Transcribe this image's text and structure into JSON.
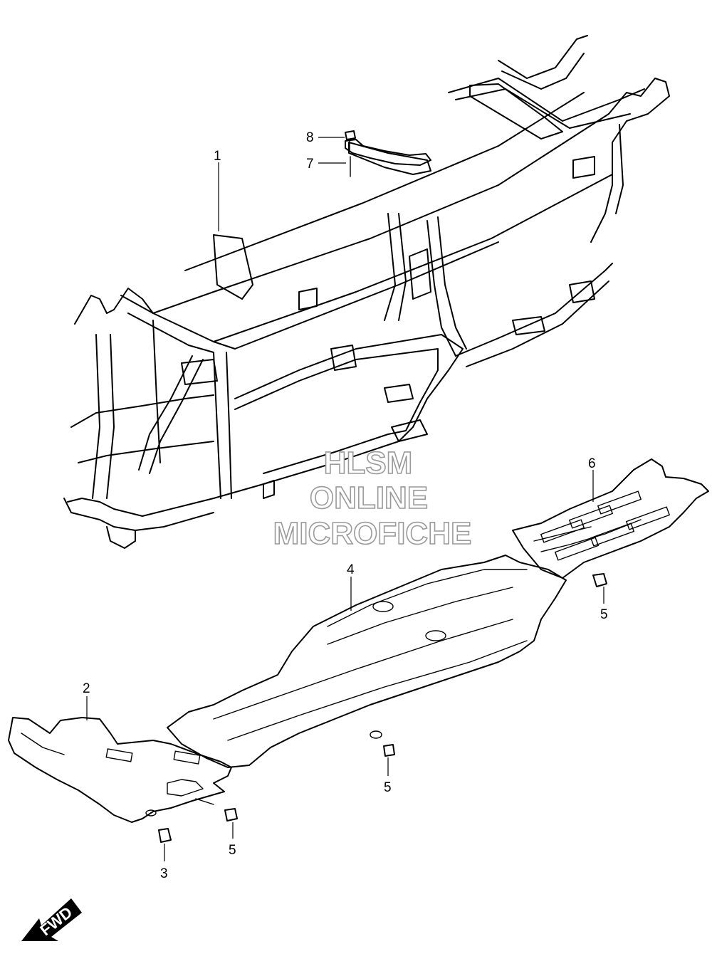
{
  "callouts": {
    "c1": "1",
    "c2": "2",
    "c3": "3",
    "c4": "4",
    "c5a": "5",
    "c5b": "5",
    "c5c": "5",
    "c6": "6",
    "c7": "7",
    "c8": "8"
  },
  "watermark": {
    "line1": "HLSM",
    "line2": "ONLINE",
    "line3": "MICROFICHE"
  },
  "fwd_label": "FWD"
}
